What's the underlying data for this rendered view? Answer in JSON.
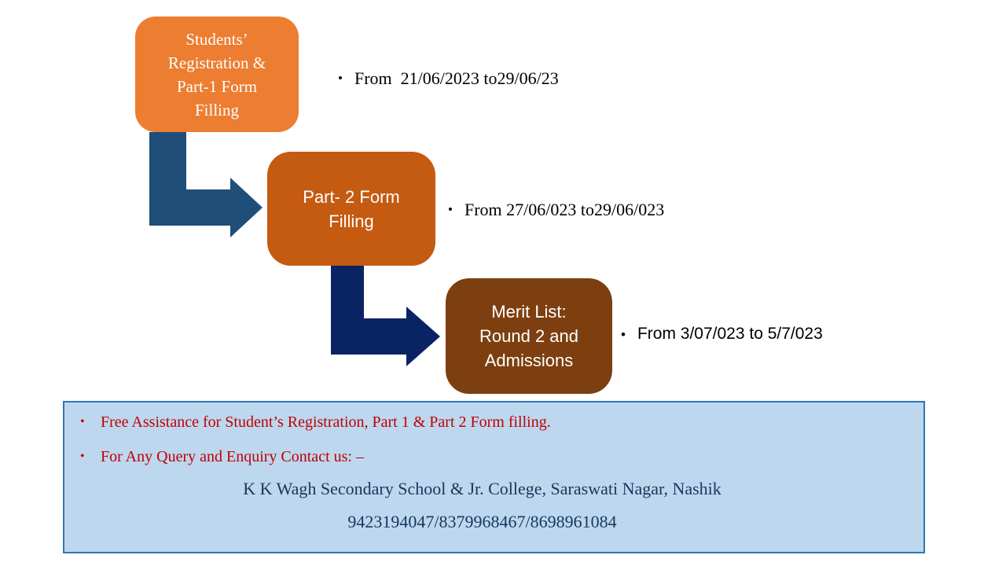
{
  "slide": {
    "background_color": "#FFFFFF",
    "flow": {
      "bullet_marker": "•",
      "steps": [
        {
          "lines": [
            "Students’",
            "Registration &",
            "Part-1 Form",
            "Filling"
          ],
          "box_color": "#ED7D31",
          "date": "From  21/06/2023 to29/06/23"
        },
        {
          "lines": [
            "Part- 2 Form",
            "Filling"
          ],
          "box_color": "#C55A11",
          "date": "From 27/06/023 to29/06/023"
        },
        {
          "lines": [
            "Merit List:",
            "Round 2 and",
            "Admissions"
          ],
          "box_color": "#7D3F10",
          "date": "From 3/07/023 to 5/7/023"
        }
      ],
      "arrows": [
        {
          "color": "#1F4E79"
        },
        {
          "color": "#0A2463"
        }
      ]
    },
    "info_box": {
      "fill_color": "#BDD7EE",
      "border_color": "#2E75B6",
      "bullet_text_color": "#C00000",
      "contact_text_color": "#17375E",
      "bullet_marker": "•",
      "bullets": [
        "Free Assistance for Student’s Registration, Part 1 & Part 2 Form filling.",
        "For Any Query and Enquiry Contact us: –"
      ],
      "contact_lines": [
        "K K Wagh Secondary School & Jr. College, Saraswati Nagar, Nashik",
        "9423194047/8379968467/8698961084"
      ]
    }
  }
}
